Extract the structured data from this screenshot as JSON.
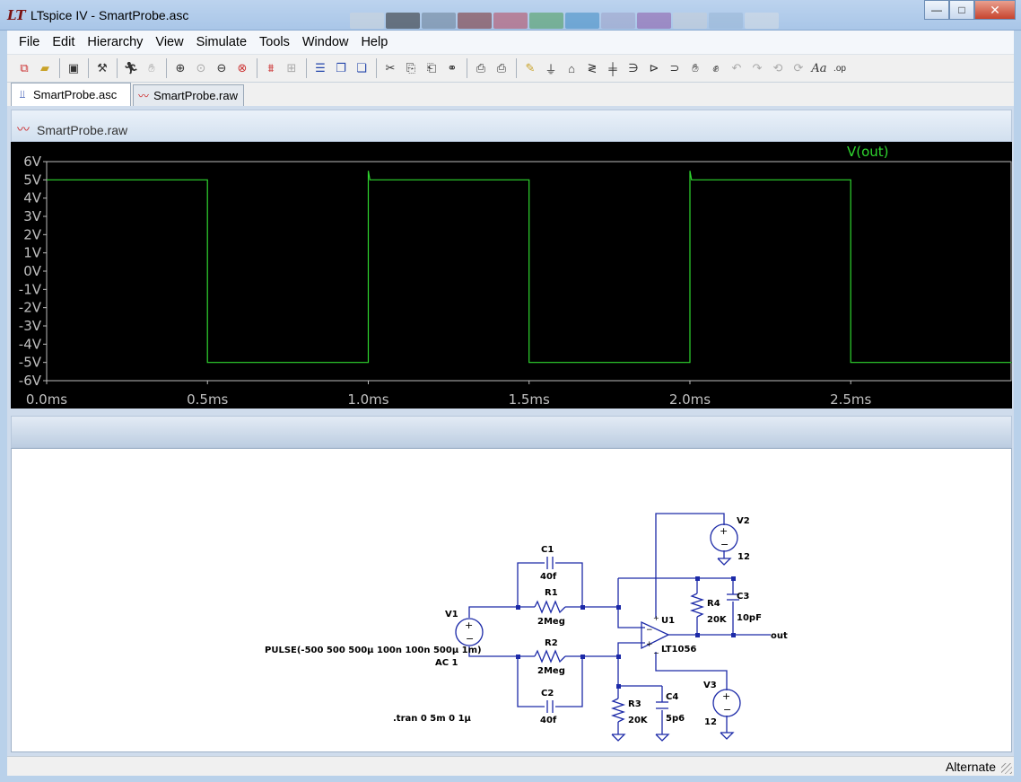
{
  "window": {
    "title": "LTspice IV - SmartProbe.asc",
    "logo": "LT",
    "controls": {
      "minimize": "—",
      "maximize": "□",
      "close": "✕"
    }
  },
  "menu": [
    "File",
    "Edit",
    "Hierarchy",
    "View",
    "Simulate",
    "Tools",
    "Window",
    "Help"
  ],
  "toolbar_icons": [
    "new-schematic-icon",
    "open-icon",
    "save-icon",
    "control-panel-icon",
    "run-icon",
    "halt-icon",
    "zoom-in-icon",
    "zoom-fit-icon",
    "zoom-out-icon",
    "zoom-cancel-icon",
    "autorange-icon",
    "grid-icon",
    "tile-horizontal-icon",
    "cascade-icon",
    "close-all-icon",
    "cut-icon",
    "copy-icon",
    "paste-icon",
    "find-icon",
    "print-setup-icon",
    "print-icon",
    "draw-wire-icon",
    "ground-icon",
    "label-net-icon",
    "resistor-icon",
    "capacitor-icon",
    "inductor-icon",
    "diode-icon",
    "component-icon",
    "move-icon",
    "drag-icon",
    "undo-icon",
    "redo-icon",
    "rotate-icon",
    "mirror-icon",
    "text-icon",
    "spice-directive-icon"
  ],
  "tabs": [
    {
      "label": "SmartProbe.asc",
      "active": true
    },
    {
      "label": "SmartProbe.raw",
      "active": false
    }
  ],
  "plot": {
    "pane_title": "SmartProbe.raw",
    "trace_name": "V(out)",
    "trace_color": "#2fd62f",
    "y_ticks": [
      "6V",
      "5V",
      "4V",
      "3V",
      "2V",
      "1V",
      "0V",
      "-1V",
      "-2V",
      "-3V",
      "-4V",
      "-5V",
      "-6V"
    ],
    "x_ticks": [
      "0.0ms",
      "0.5ms",
      "1.0ms",
      "1.5ms",
      "2.0ms",
      "2.5ms"
    ]
  },
  "chart_data": {
    "type": "line",
    "title": "",
    "xlabel": "",
    "ylabel": "",
    "xlim": [
      0,
      3.0
    ],
    "ylim": [
      -6,
      6
    ],
    "series": [
      {
        "name": "V(out)",
        "x": [
          0,
          0.5,
          0.5,
          1.0,
          1.0,
          1.005,
          1.5,
          1.5,
          2.0,
          2.0,
          2.005,
          2.5,
          2.5,
          3.0
        ],
        "y": [
          5,
          5,
          -5,
          -5,
          5.5,
          5,
          5,
          -5,
          -5,
          5.5,
          5,
          5,
          -5,
          -5
        ]
      }
    ],
    "grid": false,
    "legend": "top-right"
  },
  "schematic": {
    "C1": {
      "name": "C1",
      "value": "40f"
    },
    "R1": {
      "name": "R1",
      "value": "2Meg"
    },
    "R2": {
      "name": "R2",
      "value": "2Meg"
    },
    "C2": {
      "name": "C2",
      "value": "40f"
    },
    "V1": {
      "name": "V1",
      "spec": "PULSE(-500 500 500µ 100n 100n 500µ 1m)",
      "ac": "AC 1"
    },
    "V2": {
      "name": "V2",
      "value": "12"
    },
    "V3": {
      "name": "V3",
      "value": "12"
    },
    "R3": {
      "name": "R3",
      "value": "20K"
    },
    "C4": {
      "name": "C4",
      "value": "5p6"
    },
    "R4": {
      "name": "R4",
      "value": "20K"
    },
    "C3": {
      "name": "C3",
      "value": "10pF"
    },
    "U1": {
      "name": "U1",
      "model": "LT1056"
    },
    "out_label": "out",
    "directive": ".tran 0 5m 0 1µ",
    "wire_color": "#1c2aa8"
  },
  "status": {
    "mode": "Alternate"
  }
}
